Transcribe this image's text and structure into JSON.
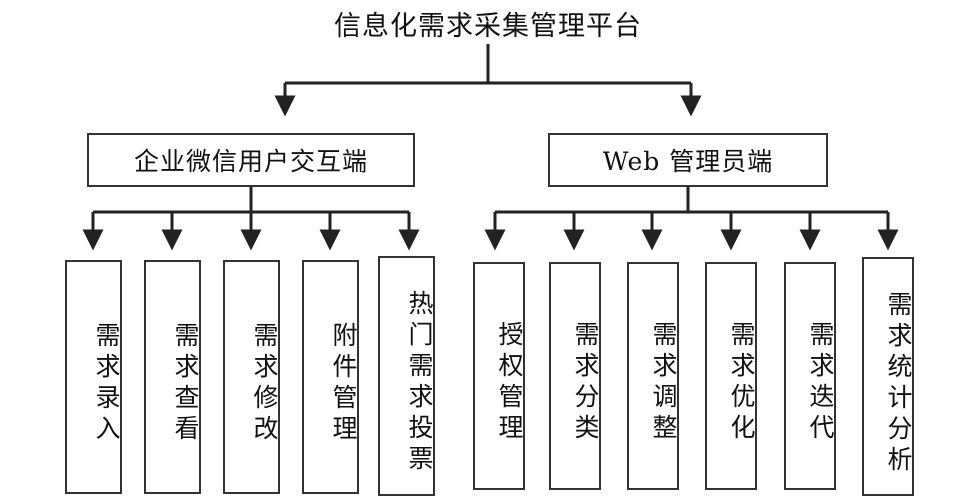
{
  "diagram": {
    "type": "org-chart",
    "title": "信息化需求采集管理平台",
    "orientation": "top-down",
    "levels": 3,
    "colors": {
      "background": "#ffffff",
      "stroke": "#333333",
      "text": "#111111"
    },
    "level2": [
      {
        "id": "wechat-client",
        "label": "企业微信用户交互端"
      },
      {
        "id": "web-admin",
        "label": "Web 管理员端"
      }
    ],
    "level3": {
      "wechat-client": [
        {
          "id": "req-entry",
          "label": "需求录入"
        },
        {
          "id": "req-view",
          "label": "需求查看"
        },
        {
          "id": "req-modify",
          "label": "需求修改"
        },
        {
          "id": "attachment-manage",
          "label": "附件管理"
        },
        {
          "id": "hot-req-vote",
          "label": "热门需求投票"
        }
      ],
      "web-admin": [
        {
          "id": "auth-manage",
          "label": "授权管理"
        },
        {
          "id": "req-classify",
          "label": "需求分类"
        },
        {
          "id": "req-adjust",
          "label": "需求调整"
        },
        {
          "id": "req-optimize",
          "label": "需求优化"
        },
        {
          "id": "req-iterate",
          "label": "需求迭代"
        },
        {
          "id": "req-stat-analysis",
          "label": "需求统计分析"
        }
      ]
    }
  }
}
